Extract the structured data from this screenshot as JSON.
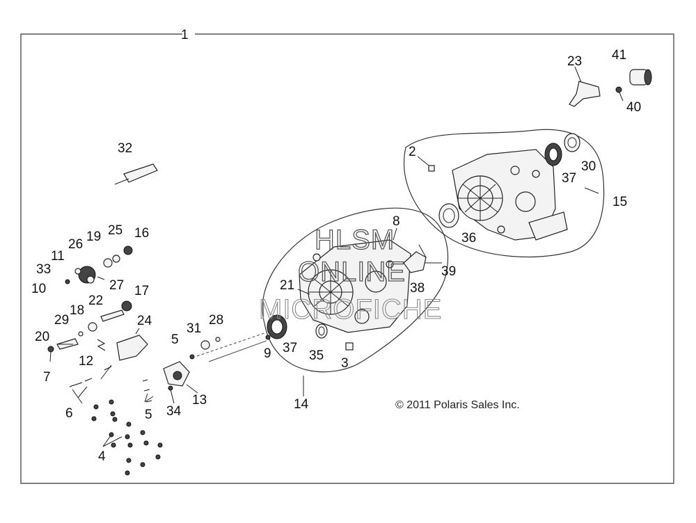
{
  "diagram": {
    "assembly_callout": "1",
    "callouts": [
      "2",
      "3",
      "4",
      "5",
      "5",
      "6",
      "7",
      "8",
      "9",
      "10",
      "11",
      "12",
      "13",
      "14",
      "15",
      "16",
      "17",
      "18",
      "19",
      "20",
      "21",
      "22",
      "23",
      "24",
      "25",
      "26",
      "27",
      "28",
      "29",
      "30",
      "31",
      "32",
      "33",
      "34",
      "35",
      "36",
      "37",
      "37",
      "38",
      "39",
      "40",
      "41"
    ],
    "copyright": "© 2011 Polaris Sales Inc.",
    "watermark": {
      "line1": "HLSM",
      "line2": "ONLINE",
      "line3": "MICROFICHE"
    }
  }
}
